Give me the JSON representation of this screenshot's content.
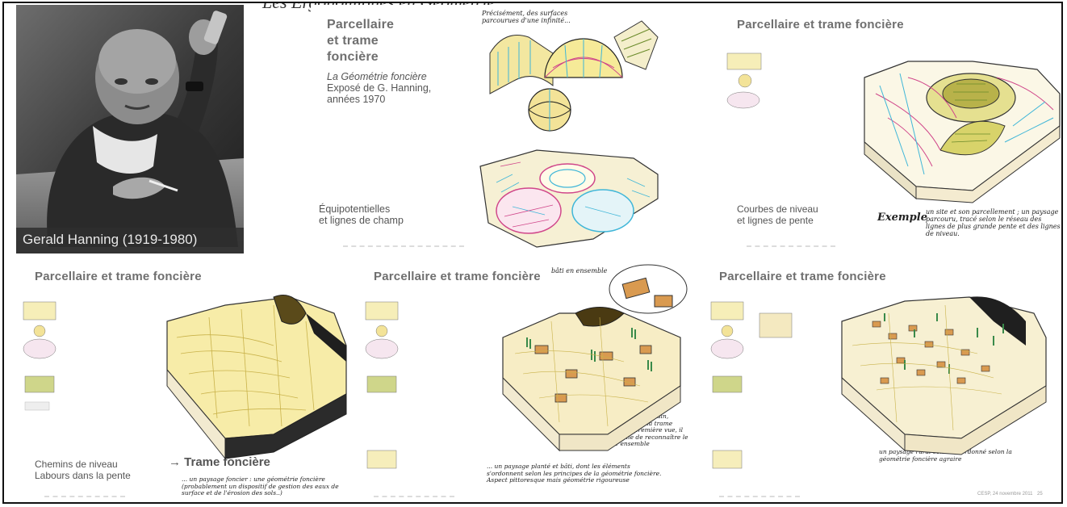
{
  "top_strip_title": "Les Ergonomiques en Géométrie",
  "photo": {
    "caption": "Gerald Hanning (1919-1980)"
  },
  "slides": {
    "intro": {
      "title_line1": "Parcellaire",
      "title_line2": "et trame",
      "title_line3": "foncière",
      "subtitle_italic": "La Géométrie foncière",
      "subtitle_line2": "Exposé de G. Hanning,",
      "subtitle_line3": "années 1970",
      "bottom_caption_line1": "Équipotentielles",
      "bottom_caption_line2": "et lignes de champ",
      "hand_top": "Précisément, des surfaces parcourues d'une infinité..."
    },
    "courbes": {
      "title": "Parcellaire et trame foncière",
      "caption_line1": "Courbes de niveau",
      "caption_line2": "et lignes de pente",
      "hand_label": "Exemple",
      "hand_note": "un site et son parcellement ; un paysage parcouru, tracé selon le réseau des lignes de plus grande pente et des lignes de niveau."
    },
    "chemins": {
      "title": "Parcellaire et trame foncière",
      "caption_line1": "Chemins de niveau",
      "caption_line2": "Labours dans la pente",
      "arrow_text": "→ Trame foncière",
      "hand_note": "... un paysage foncier : une géométrie foncière (probablement un dispositif de gestion des eaux de surface et de l'érosion des sols..)"
    },
    "bati": {
      "title": "Parcellaire et trame foncière",
      "hand_top": "bâti en ensemble",
      "hand_mid": "2. appliqué au terrain, intérieur selon la trame foncière, à première vue, il est difficile de reconnaître le même ensemble",
      "hand_note": "... un paysage planté et bâti, dont les éléments s'ordonnent selon les principes de la géométrie foncière. Aspect pittoresque mais géométrie rigoureuse"
    },
    "rural": {
      "title": "Parcellaire et trame foncière",
      "hand_note": "un paysage rural convient ordonné selon la géométrie foncière agraire",
      "footer_text": "CESP, 24 novembre 2011",
      "footer_page": "25"
    }
  },
  "colors": {
    "title_grey": "#6f6f6f",
    "sketch_yellow": "#e8d66a",
    "sketch_pink": "#d0468a",
    "sketch_cyan": "#3fb6d8",
    "sketch_green": "#6a8a2a",
    "paper_cream": "#f4eecb"
  }
}
